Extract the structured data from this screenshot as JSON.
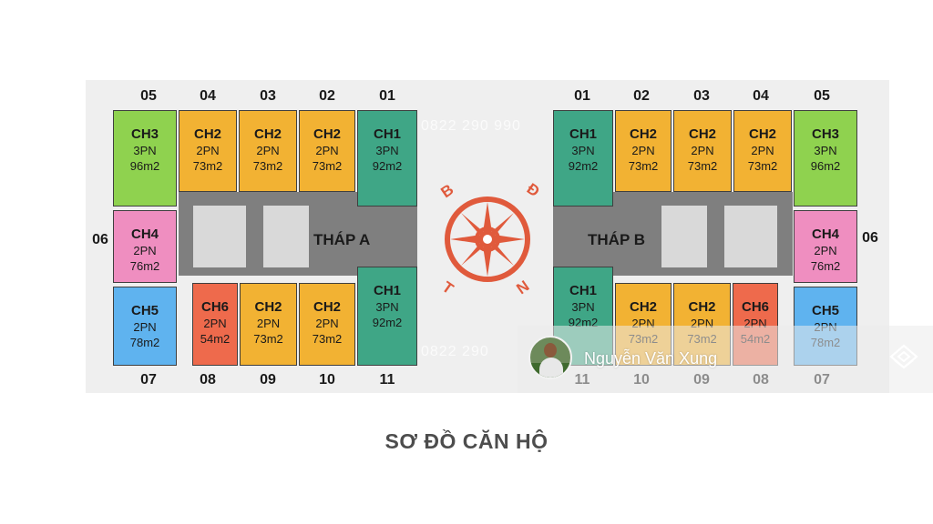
{
  "towers": [
    {
      "name": "THÁP A",
      "top_numbers": [
        "05",
        "04",
        "03",
        "02",
        "01"
      ],
      "side_number": "06",
      "bottom_numbers": [
        "07",
        "08",
        "09",
        "10",
        "11"
      ],
      "units": [
        {
          "code": "CH3",
          "rooms": "3PN",
          "area": "96m2"
        },
        {
          "code": "CH2",
          "rooms": "2PN",
          "area": "73m2"
        },
        {
          "code": "CH2",
          "rooms": "2PN",
          "area": "73m2"
        },
        {
          "code": "CH2",
          "rooms": "2PN",
          "area": "73m2"
        },
        {
          "code": "CH1",
          "rooms": "3PN",
          "area": "92m2"
        },
        {
          "code": "CH4",
          "rooms": "2PN",
          "area": "76m2"
        },
        {
          "code": "CH5",
          "rooms": "2PN",
          "area": "78m2"
        },
        {
          "code": "CH6",
          "rooms": "2PN",
          "area": "54m2"
        },
        {
          "code": "CH2",
          "rooms": "2PN",
          "area": "73m2"
        },
        {
          "code": "CH2",
          "rooms": "2PN",
          "area": "73m2"
        },
        {
          "code": "CH1",
          "rooms": "3PN",
          "area": "92m2"
        }
      ]
    },
    {
      "name": "THÁP B",
      "top_numbers": [
        "01",
        "02",
        "03",
        "04",
        "05"
      ],
      "side_number": "06",
      "bottom_numbers": [
        "11",
        "10",
        "09",
        "08",
        "07"
      ],
      "units": [
        {
          "code": "CH1",
          "rooms": "3PN",
          "area": "92m2"
        },
        {
          "code": "CH2",
          "rooms": "2PN",
          "area": "73m2"
        },
        {
          "code": "CH2",
          "rooms": "2PN",
          "area": "73m2"
        },
        {
          "code": "CH2",
          "rooms": "2PN",
          "area": "73m2"
        },
        {
          "code": "CH3",
          "rooms": "3PN",
          "area": "96m2"
        },
        {
          "code": "CH4",
          "rooms": "2PN",
          "area": "76m2"
        },
        {
          "code": "CH1",
          "rooms": "3PN",
          "area": "92m2"
        },
        {
          "code": "CH2",
          "rooms": "2PN",
          "area": "73m2"
        },
        {
          "code": "CH2",
          "rooms": "2PN",
          "area": "73m2"
        },
        {
          "code": "CH6",
          "rooms": "2PN",
          "area": "54m2"
        },
        {
          "code": "CH5",
          "rooms": "2PN",
          "area": "78m2"
        }
      ]
    }
  ],
  "compass": {
    "north": "B",
    "east": "Đ",
    "south": "N",
    "west": "T",
    "color": "#e05a3c"
  },
  "unit_colors": {
    "CH1": "#3fa686",
    "CH2": "#f2b233",
    "CH3": "#8fd24f",
    "CH4": "#ef8ec0",
    "CH5": "#5fb3ef",
    "CH6": "#ee6a4c"
  },
  "caption": "SƠ ĐỒ CĂN HỘ",
  "watermark_phone_top": "0822 290 990",
  "watermark_phone_bottom": "0822 290",
  "owner": {
    "name": "Nguyễn Văn Xung",
    "avatar_icon": "user-avatar",
    "stack_icon": "layers-icon"
  }
}
